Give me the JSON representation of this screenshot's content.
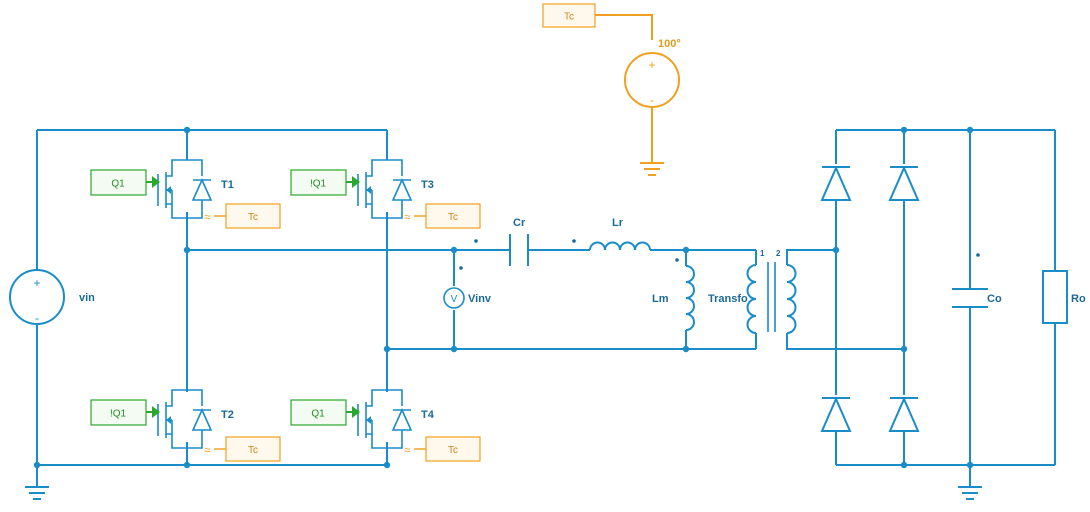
{
  "components": {
    "vin": "vin",
    "vinv": "Vinv",
    "cr": "Cr",
    "lr": "Lr",
    "lm": "Lm",
    "transfo": "Transfo",
    "transfo_pin1": "1",
    "transfo_pin2": "2",
    "co": "Co",
    "ro": "Ro",
    "t1": "T1",
    "t2": "T2",
    "t3": "T3",
    "t4": "T4",
    "temp_value": "100°"
  },
  "gate_signals": {
    "t1": "Q1",
    "t2": "!Q1",
    "t3": "!Q1",
    "t4": "Q1"
  },
  "thermal_tags": {
    "source": "Tc",
    "t1": "Tc",
    "t2": "Tc",
    "t3": "Tc",
    "t4": "Tc"
  },
  "symbols": {
    "plus": "+",
    "minus": "-",
    "thermal": "≈",
    "voltmeter": "V"
  },
  "colors": {
    "circuit": "#1a8cc7",
    "thermal": "#f0a020",
    "gate": "#2aa82a"
  }
}
